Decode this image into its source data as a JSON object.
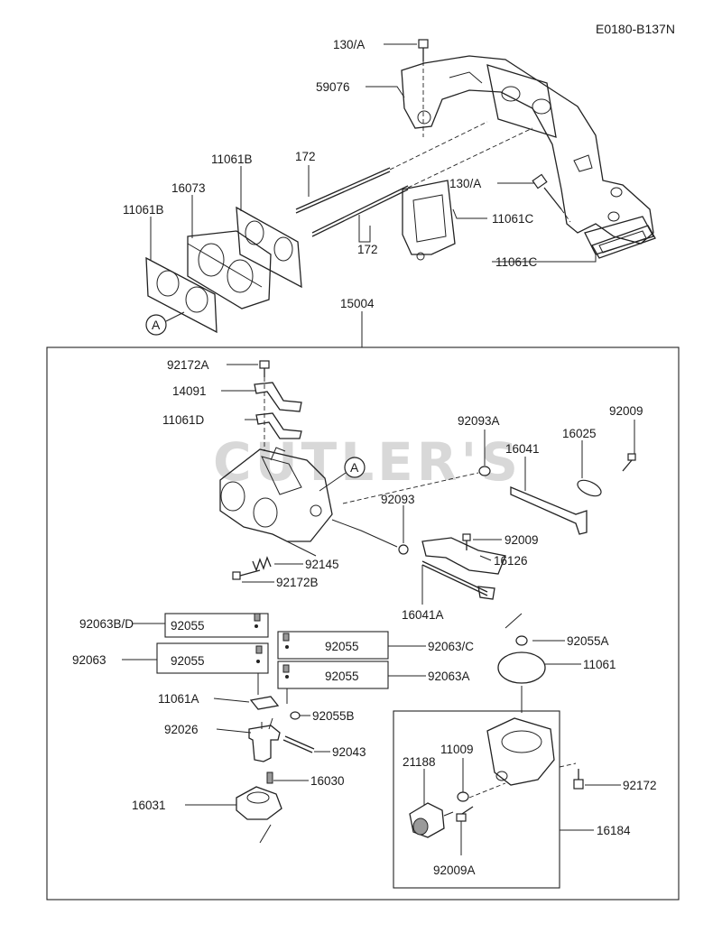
{
  "diagram_code": "E0180-B137N",
  "watermark": "CUTLER'S",
  "callout_letter": "A",
  "labels": {
    "p130A_top": "130/A",
    "p59076": "59076",
    "p11061B_1": "11061B",
    "p172_top": "172",
    "p16073": "16073",
    "p11061B_2": "11061B",
    "p130A_mid": "130/A",
    "p11061C_1": "11061C",
    "p172_bottom": "172",
    "p11061C_2": "11061C",
    "p15004": "15004",
    "p92172A": "92172A",
    "p14091": "14091",
    "p11061D": "11061D",
    "p92093A": "92093A",
    "p92009_top": "92009",
    "p16025": "16025",
    "p16041": "16041",
    "p92093": "92093",
    "p92009_mid": "92009",
    "p16126": "16126",
    "p92145": "92145",
    "p92172B": "92172B",
    "p16041A": "16041A",
    "p92063BD": "92063B/D",
    "p92055_1": "92055",
    "p92055_2": "92055",
    "p92063C": "92063/C",
    "p92055A": "92055A",
    "p92063": "92063",
    "p92055_3": "92055",
    "p11061_right": "11061",
    "p92055_4": "92055",
    "p92063A": "92063A",
    "p11061A": "11061A",
    "p92055B": "92055B",
    "p92026": "92026",
    "p92043": "92043",
    "p11009": "11009",
    "p21188": "21188",
    "p92172_right": "92172",
    "p16030": "16030",
    "p16031": "16031",
    "p16184": "16184",
    "p92009A": "92009A"
  }
}
